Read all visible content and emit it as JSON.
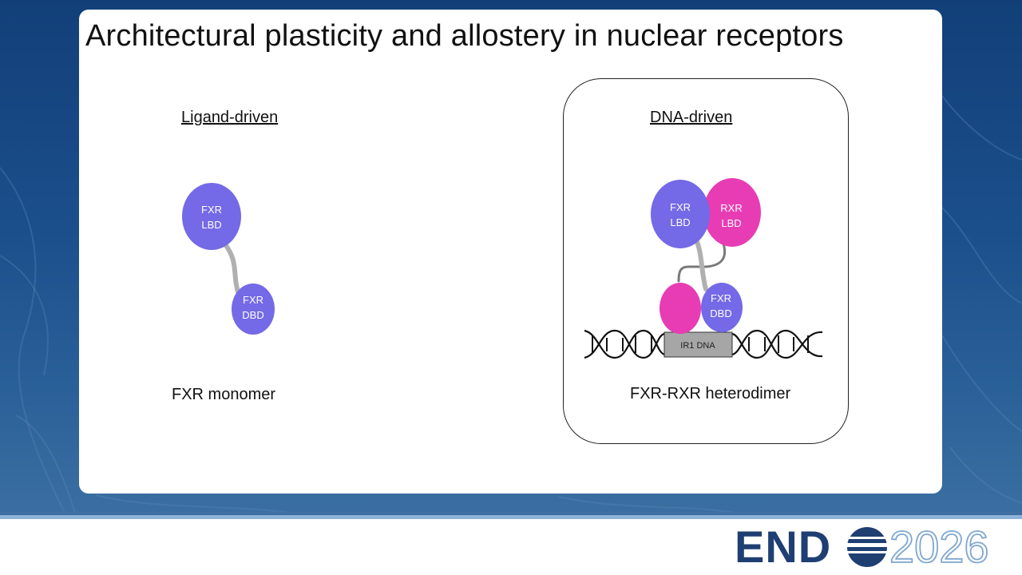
{
  "slide": {
    "title": "Architectural plasticity and allostery in nuclear receptors"
  },
  "left_panel": {
    "heading": "Ligand-driven",
    "lbd_line1": "FXR",
    "lbd_line2": "LBD",
    "dbd_line1": "FXR",
    "dbd_line2": "DBD",
    "caption": "FXR monomer"
  },
  "right_panel": {
    "heading": "DNA-driven",
    "fxr_lbd_line1": "FXR",
    "fxr_lbd_line2": "LBD",
    "rxr_lbd_line1": "RXR",
    "rxr_lbd_line2": "LBD",
    "fxr_dbd_line1": "FXR",
    "fxr_dbd_line2": "DBD",
    "dna_label": "IR1 DNA",
    "caption": "FXR-RXR heterodimer"
  },
  "logo": {
    "word": "END",
    "year": "2026"
  },
  "colors": {
    "fxr": "#7469e6",
    "rxr": "#e83cb4",
    "linker": "#b0b0b0",
    "dna_box": "#a6a6a6",
    "brand_navy": "#1f3f73",
    "brand_light": "#7fa7cf"
  }
}
